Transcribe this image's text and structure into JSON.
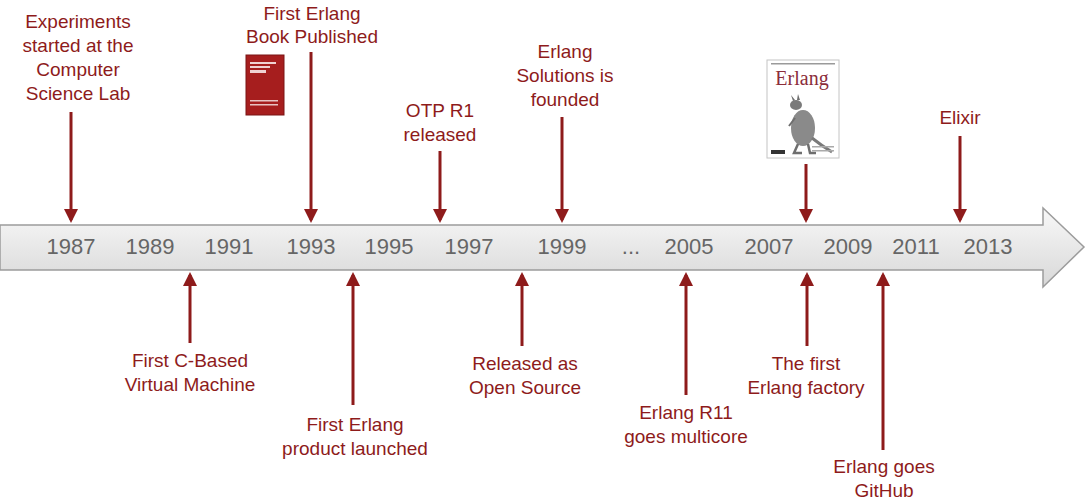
{
  "diagram": {
    "nodes": [
      {
        "text": [
          "1987",
          "1989",
          "1991",
          "1993",
          "1995",
          "1997",
          "1999",
          "...",
          "2005",
          "2007",
          "2009",
          "2011",
          "2013"
        ]
      }
    ],
    "labels": [
      "Experiments started at the Computer Science Lab",
      "First Erlang Book Published",
      "OTP R1 released",
      "Erlang Solutions is founded",
      "Erlang",
      "Elixir",
      "First C-Based Virtual Machine",
      "First Erlang product launched",
      "Released as Open Source",
      "Erlang R11 goes multicore",
      "The first Erlang factory",
      "Erlang goes GitHub"
    ]
  }
}
